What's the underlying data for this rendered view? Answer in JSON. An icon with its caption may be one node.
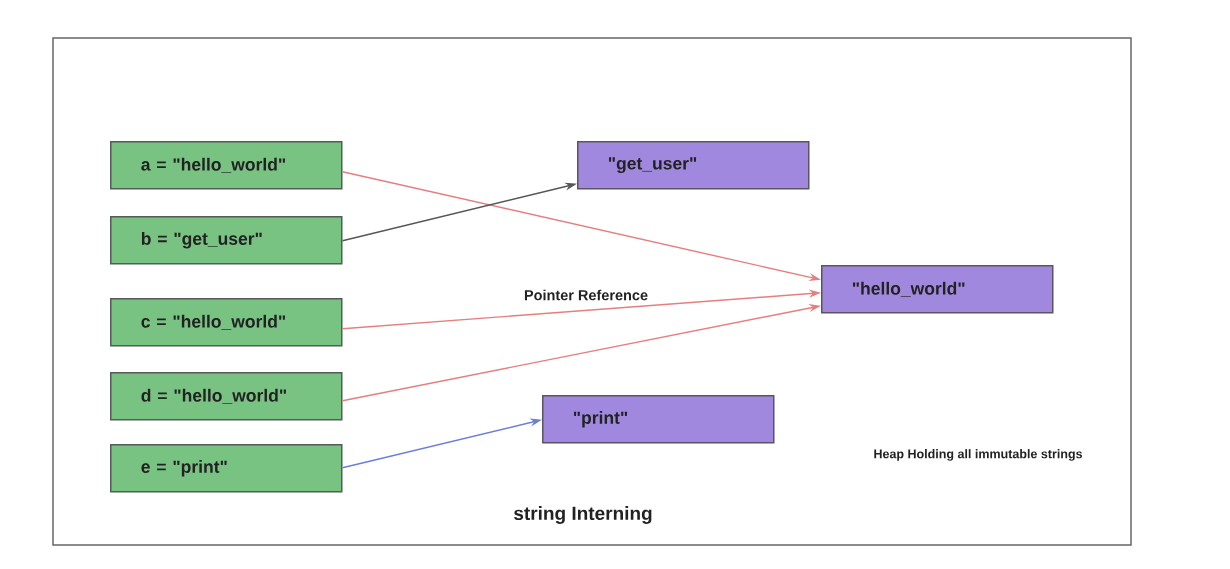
{
  "diagram": {
    "caption": "string Interning",
    "nodes": [
      {
        "text": [
          "a = \"hello_world\""
        ]
      },
      {
        "text": [
          "b = \"get_user\""
        ]
      },
      {
        "text": [
          "c = \"hello_world\""
        ]
      },
      {
        "text": [
          "d = \"hello_world\""
        ]
      },
      {
        "text": [
          "e = \"print\""
        ]
      },
      {
        "text": [
          "\"get_user\""
        ]
      },
      {
        "text": [
          "\"hello_world\""
        ]
      },
      {
        "text": [
          "\"print\""
        ]
      }
    ],
    "edges": [
      {
        "from": 0,
        "to": 6,
        "arrow": "to"
      },
      {
        "from": 1,
        "to": 5,
        "arrow": "to",
        "color": "#555555"
      },
      {
        "from": 2,
        "to": 6,
        "arrow": "to"
      },
      {
        "from": 3,
        "to": 6,
        "arrow": "to"
      },
      {
        "from": 4,
        "to": 7,
        "arrow": "to",
        "color": "#6b7fd7"
      }
    ],
    "labels": [
      "Pointer Reference",
      "Heap Holding all immutable strings"
    ]
  }
}
